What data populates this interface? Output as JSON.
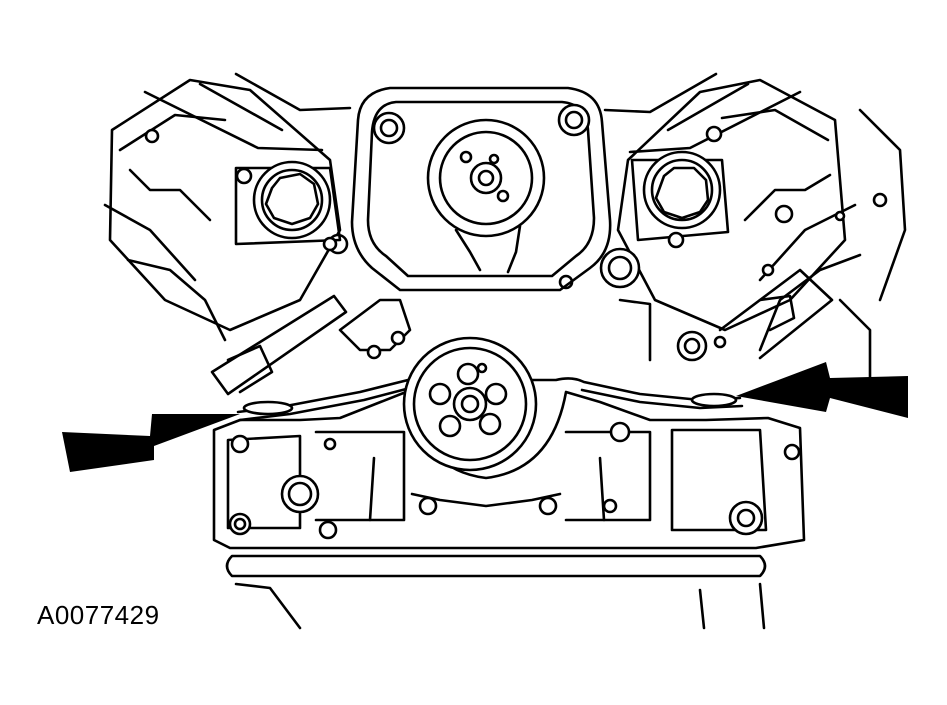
{
  "figure": {
    "id_label": "A0077429",
    "line_color": "#000000",
    "background_color": "#ffffff",
    "subject": "engine-front-cover-gasket-locations",
    "arrow_count": 2
  }
}
